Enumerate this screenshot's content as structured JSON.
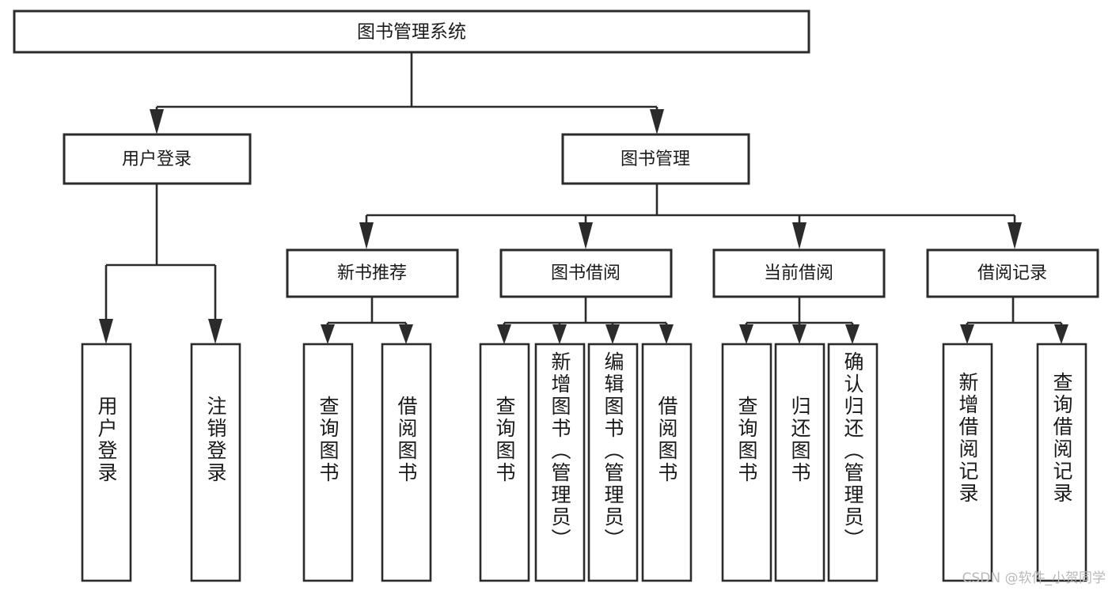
{
  "diagram": {
    "type": "tree-hierarchy-chart",
    "title": "图书管理系统",
    "orientation": "top-down",
    "levels": 4,
    "root": {
      "id": "root",
      "label": "图书管理系统"
    },
    "level2": [
      {
        "id": "user-login",
        "label": "用户登录"
      },
      {
        "id": "book-manage",
        "label": "图书管理"
      }
    ],
    "level3": [
      {
        "id": "new-book-recommend",
        "label": "新书推荐",
        "parent": "book-manage"
      },
      {
        "id": "book-borrow",
        "label": "图书借阅",
        "parent": "book-manage"
      },
      {
        "id": "current-borrow",
        "label": "当前借阅",
        "parent": "book-manage"
      },
      {
        "id": "borrow-record",
        "label": "借阅记录",
        "parent": "book-manage"
      }
    ],
    "leaves": {
      "user_login": [
        {
          "id": "leaf-user-login",
          "label": "用户登录"
        },
        {
          "id": "leaf-user-logout",
          "label": "注销登录"
        }
      ],
      "new_book_recommend": [
        {
          "id": "leaf-query-book-1",
          "label": "查询图书"
        },
        {
          "id": "leaf-borrow-book-1",
          "label": "借阅图书"
        }
      ],
      "book_borrow": [
        {
          "id": "leaf-query-book-2",
          "label": "查询图书"
        },
        {
          "id": "leaf-add-book",
          "label": "新增图书（管理员）"
        },
        {
          "id": "leaf-edit-book",
          "label": "编辑图书（管理员）"
        },
        {
          "id": "leaf-borrow-book-2",
          "label": "借阅图书"
        }
      ],
      "current_borrow": [
        {
          "id": "leaf-query-book-3",
          "label": "查询图书"
        },
        {
          "id": "leaf-return-book",
          "label": "归还图书"
        },
        {
          "id": "leaf-confirm-return",
          "label": "确认归还（管理员）"
        }
      ],
      "borrow_record": [
        {
          "id": "leaf-add-record",
          "label": "新增借阅记录"
        },
        {
          "id": "leaf-query-record",
          "label": "查询借阅记录"
        }
      ]
    }
  },
  "watermark": {
    "text": "CSDN @软件_小贺同学"
  },
  "colors": {
    "stroke": "#2b2b2b",
    "fill": "#ffffff",
    "text": "#1a1a1a",
    "watermark": "#b9b9b9"
  }
}
